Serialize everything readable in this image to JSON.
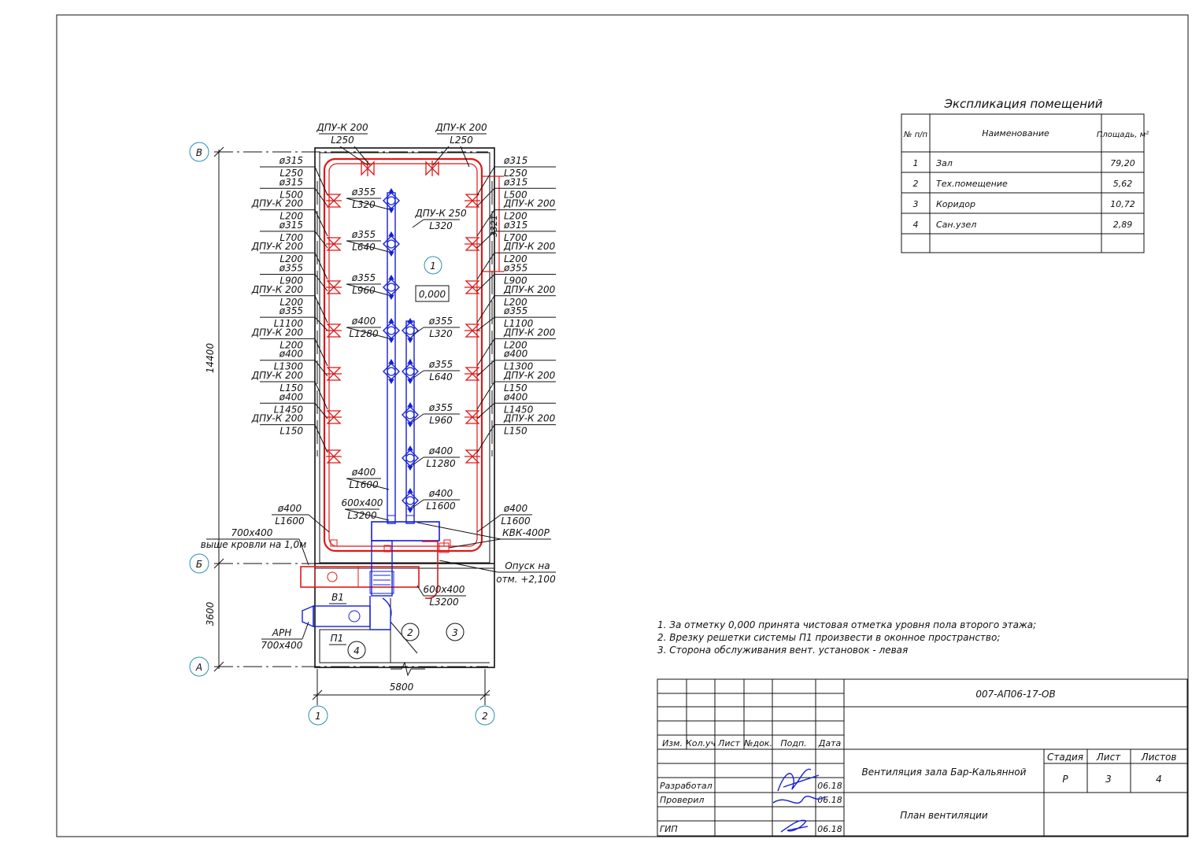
{
  "colors": {
    "supply": "#e01818",
    "exhaust": "#1420d8",
    "line": "#111111"
  },
  "axes": {
    "row_top": "В",
    "row_mid": "Б",
    "row_bot": "А",
    "col_left": "1",
    "col_right": "2"
  },
  "dims": {
    "height_total": "14400",
    "height_bottom": "3600",
    "width": "5800",
    "vertical_small": "3321"
  },
  "room_marks": {
    "r1": "1",
    "r2": "2",
    "r3": "3",
    "r4": "4",
    "level": "0,000"
  },
  "top_labels": {
    "left": [
      "ДПУ-К 200",
      "L250"
    ],
    "right": [
      "ДПУ-К 200",
      "L250"
    ]
  },
  "left_labels": [
    [
      "ø315",
      "L250"
    ],
    [
      "ø315",
      "L500"
    ],
    [
      "ДПУ-К 200",
      "L200"
    ],
    [
      "ø315",
      "L700"
    ],
    [
      "ДПУ-К 200",
      "L200"
    ],
    [
      "ø355",
      "L900"
    ],
    [
      "ДПУ-К 200",
      "L200"
    ],
    [
      "ø355",
      "L1100"
    ],
    [
      "ДПУ-К 200",
      "L200"
    ],
    [
      "ø400",
      "L1300"
    ],
    [
      "ДПУ-К 200",
      "L150"
    ],
    [
      "ø400",
      "L1450"
    ],
    [
      "ДПУ-К 200",
      "L150"
    ]
  ],
  "right_labels": [
    [
      "ø315",
      "L250"
    ],
    [
      "ø315",
      "L500"
    ],
    [
      "ДПУ-К 200",
      "L200"
    ],
    [
      "ø315",
      "L700"
    ],
    [
      "ДПУ-К 200",
      "L200"
    ],
    [
      "ø355",
      "L900"
    ],
    [
      "ДПУ-К 200",
      "L200"
    ],
    [
      "ø355",
      "L1100"
    ],
    [
      "ДПУ-К 200",
      "L200"
    ],
    [
      "ø400",
      "L1300"
    ],
    [
      "ДПУ-К 200",
      "L150"
    ],
    [
      "ø400",
      "L1450"
    ],
    [
      "ДПУ-К 200",
      "L150"
    ]
  ],
  "center_left_labels": [
    [
      "ø355",
      "L320"
    ],
    [
      "ø355",
      "L640"
    ],
    [
      "ø355",
      "L960"
    ],
    [
      "ø400",
      "L1280"
    ],
    [
      "ø400",
      "L1600"
    ],
    [
      "600x400",
      "L3200"
    ]
  ],
  "center_right_labels": [
    [
      "ДПУ-К 250",
      "L320"
    ],
    [
      "ø355",
      "L320"
    ],
    [
      "ø355",
      "L640"
    ],
    [
      "ø355",
      "L960"
    ],
    [
      "ø400",
      "L1280"
    ],
    [
      "ø400",
      "L1600"
    ]
  ],
  "misc_labels": {
    "left_bottom_d": "ø400",
    "left_bottom_l": "L1600",
    "right_bottom_d": "ø400",
    "right_bottom_l": "L1600",
    "kvk": "КВК-400Р",
    "intake_size": "700x400",
    "intake_note": "выше кровли на 1,0м",
    "descent1": "Опуск на",
    "descent2": "отм. +2,100",
    "duct_size": "600x400",
    "duct_len": "L3200",
    "v1": "В1",
    "p1": "П1",
    "arn": "АРН",
    "arn_size": "700x400"
  },
  "explication": {
    "title": "Экспликация помещений",
    "headers": [
      "№ п/п",
      "Наименование",
      "Площадь, м²"
    ],
    "rows": [
      [
        "1",
        "Зал",
        "79,20"
      ],
      [
        "2",
        "Тех.помещение",
        "5,62"
      ],
      [
        "3",
        "Коридор",
        "10,72"
      ],
      [
        "4",
        "Сан.узел",
        "2,89"
      ],
      [
        "",
        "",
        ""
      ]
    ]
  },
  "notes": [
    "1. За отметку 0,000 принята чистовая отметка уровня пола второго этажа;",
    "2. Врезку решетки системы П1 произвести в оконное пространство;",
    "3. Сторона обслуживания вент. установок - левая"
  ],
  "title_block": {
    "code": "007-АП06-17-ОВ",
    "cols": [
      "Изм.",
      "Кол.уч",
      "Лист",
      "№док.",
      "Подп.",
      "Дата"
    ],
    "roles": [
      {
        "role": "Разработал",
        "date": "06.18"
      },
      {
        "role": "Проверил",
        "date": "06.18"
      },
      {
        "role": "ГИП",
        "date": "06.18"
      }
    ],
    "project": "Вентиляция зала Бар-Кальянной",
    "sheet_title": "План вентиляции",
    "stage_h": "Стадия",
    "sheet_h": "Лист",
    "sheets_h": "Листов",
    "stage": "Р",
    "sheet": "3",
    "sheets": "4"
  }
}
